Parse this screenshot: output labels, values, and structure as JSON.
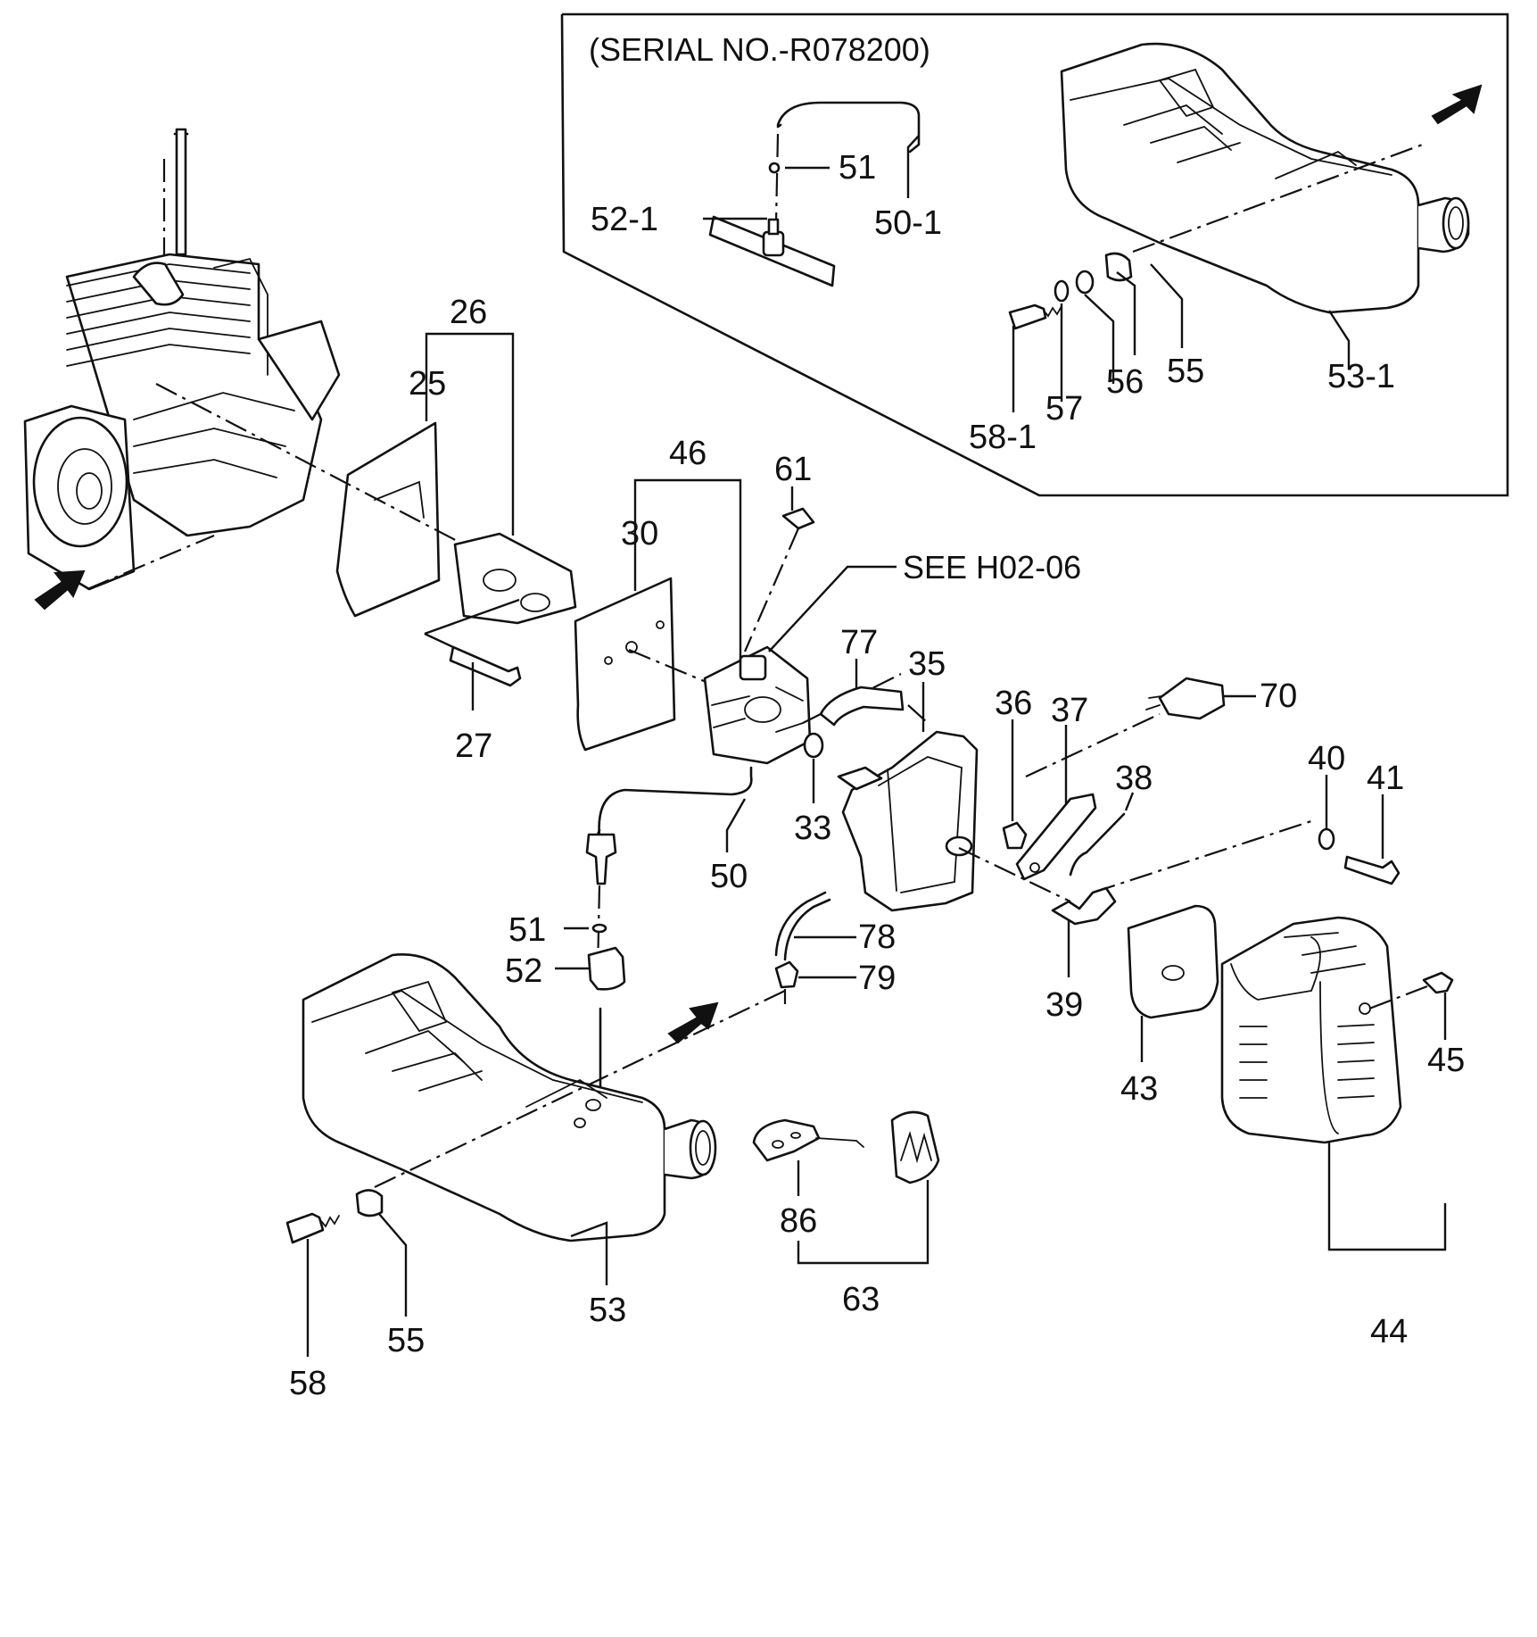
{
  "inset": {
    "serial_note": "(SERIAL NO.-R078200)",
    "labels": [
      "51",
      "50-1",
      "52-1",
      "55",
      "56",
      "57",
      "58-1",
      "53-1"
    ]
  },
  "reference_note": "SEE H02-06",
  "callouts": {
    "c25": "25",
    "c26": "26",
    "c27": "27",
    "c30": "30",
    "c33": "33",
    "c35": "35",
    "c36": "36",
    "c37": "37",
    "c38": "38",
    "c39": "39",
    "c40": "40",
    "c41": "41",
    "c43": "43",
    "c44": "44",
    "c45": "45",
    "c46": "46",
    "c50": "50",
    "c51": "51",
    "c52": "52",
    "c53": "53",
    "c55": "55",
    "c58": "58",
    "c61": "61",
    "c63": "63",
    "c70": "70",
    "c77": "77",
    "c78": "78",
    "c79": "79",
    "c86": "86"
  },
  "icons": [
    "direction-arrow-icon"
  ]
}
